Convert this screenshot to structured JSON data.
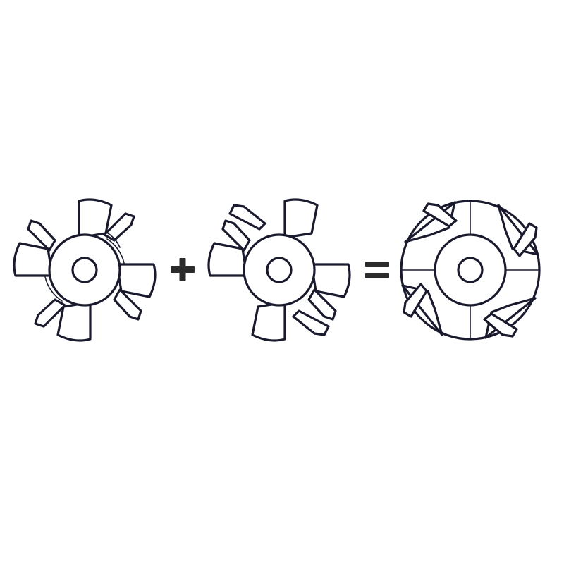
{
  "diagram": {
    "line_color": "#1a1a2e",
    "operator_color": "#2b2b2b",
    "background": "#ffffff",
    "items": [
      {
        "kind": "cutter",
        "icon": "two-wing-cutter-icon",
        "wings": 2
      },
      {
        "kind": "operator",
        "icon": "plus-icon"
      },
      {
        "kind": "cutter",
        "icon": "two-wing-cutter-rotated-icon",
        "wings": 2
      },
      {
        "kind": "operator",
        "icon": "equals-icon"
      },
      {
        "kind": "cutter",
        "icon": "four-wing-cutter-icon",
        "wings": 4
      }
    ]
  }
}
